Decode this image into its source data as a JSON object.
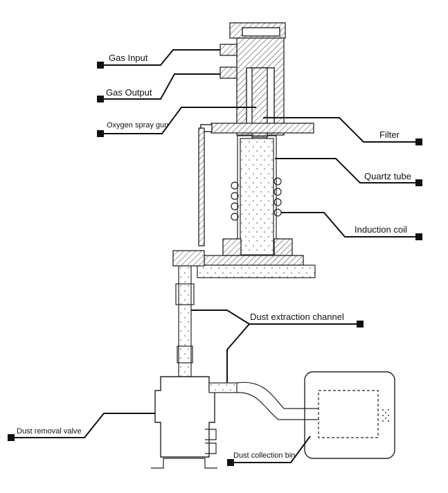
{
  "labels": {
    "gas_input": "Gas Input",
    "gas_output": "Gas Output",
    "oxygen_spray_gun": "Oxygen spray gun",
    "filter": "Filter",
    "quartz_tube": "Quartz tube",
    "induction_coil": "Induction coil",
    "dust_extraction_channel": "Dust extraction channel",
    "dust_removal_valve": "Dust removal valve",
    "dust_collection_bin": "Dust collection bin"
  },
  "colors": {
    "line": "#111111",
    "background": "#ffffff"
  }
}
